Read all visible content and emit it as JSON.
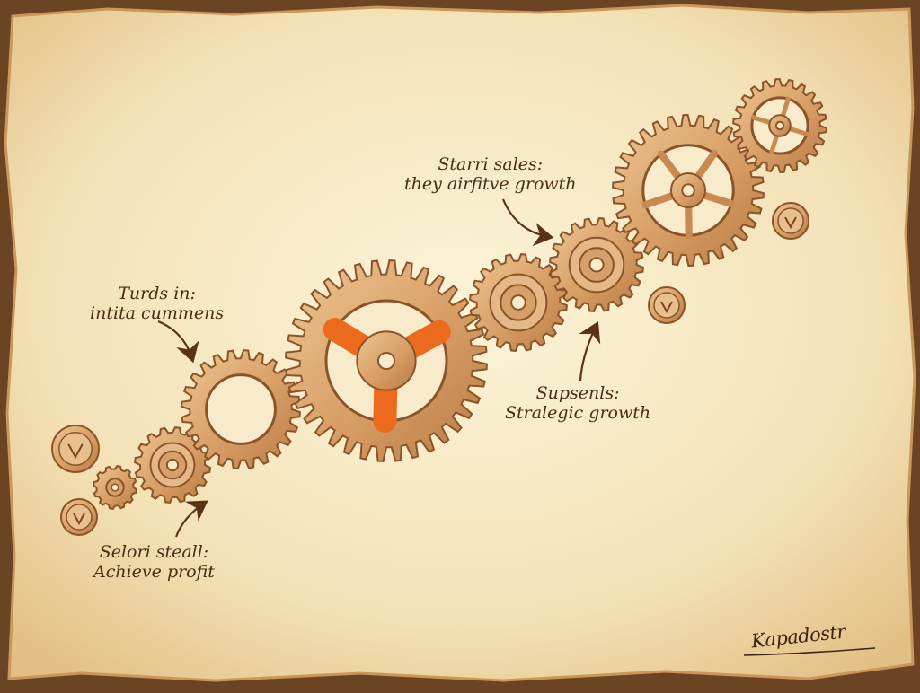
{
  "annotations": [
    {
      "id": "start",
      "lines": [
        "Turds in:",
        "intita cummens"
      ]
    },
    {
      "id": "sales",
      "lines": [
        "Starri sales:",
        "they airfitve growth"
      ]
    },
    {
      "id": "strategic",
      "lines": [
        "Supsenls:",
        "Stralegic growth"
      ]
    },
    {
      "id": "profit",
      "lines": [
        "Selori steall:",
        "Achieve profit"
      ]
    }
  ],
  "signature": "Kapadostr",
  "colors": {
    "paper": "#f6e8c4",
    "gear_fill": "#d9a36c",
    "gear_stroke": "#8a5428",
    "accent": "#ec6a1e",
    "ink": "#4a2c14"
  }
}
